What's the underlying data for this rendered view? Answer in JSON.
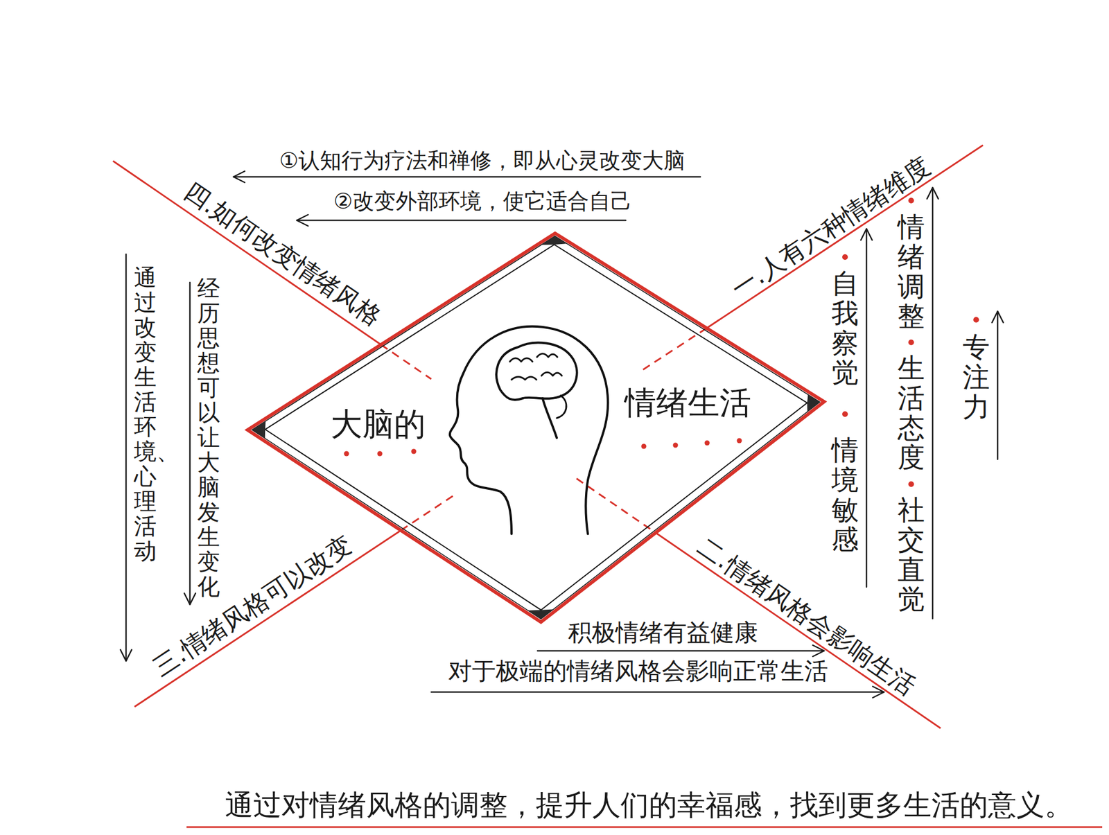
{
  "diagram": {
    "caption": "通过对情绪风格的调整，提升人们的幸福感，找到更多生活的意义。",
    "nodes": [
      {
        "text": [
          "大脑的",
          "情绪生活"
        ]
      }
    ],
    "labels": [
      "一.人有六种情绪维度",
      "二.情绪风格会影响生活",
      "三.情绪风格可以改变",
      "四.如何改变情绪风格",
      "①认知行为疗法和禅修，即从心灵改变大脑",
      "②改变外部环境，使它适合自己",
      "自我察觉",
      "情境敏感",
      "情绪调整",
      "生活态度",
      "社交直觉",
      "专注力",
      "积极情绪有益健康",
      "对于极端的情绪风格会影响正常生活",
      "经历思想可以让大脑发生变化",
      "通过改变生活环境、心理活动"
    ]
  }
}
